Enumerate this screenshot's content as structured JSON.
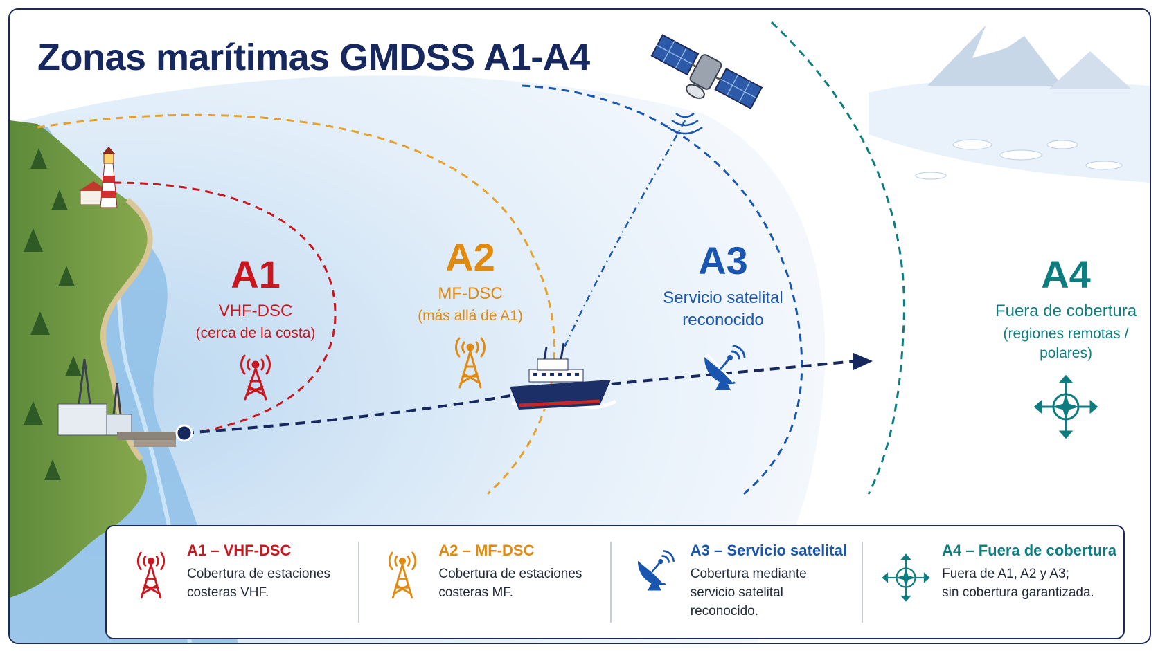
{
  "title": "Zonas marítimas GMDSS A1-A4",
  "colors": {
    "a1": "#c9161f",
    "a2": "#e08a10",
    "a3": "#1a56b0",
    "a4": "#0d7d80",
    "route": "#16285e"
  },
  "zones": [
    {
      "code": "A1",
      "name": "VHF-DSC",
      "note": "(cerca de la costa)",
      "icon": "radio-tower-icon"
    },
    {
      "code": "A2",
      "name": "MF-DSC",
      "note": "(más allá de A1)",
      "icon": "radio-tower-icon"
    },
    {
      "code": "A3",
      "name_lines": [
        "Servicio satelital",
        "reconocido"
      ],
      "icon": "satellite-dish-icon"
    },
    {
      "code": "A4",
      "name": "Fuera de cobertura",
      "note_lines": [
        "(regiones remotas /",
        "polares)"
      ],
      "icon": "compass-icon"
    }
  ],
  "legend": [
    {
      "heading": "A1 – VHF-DSC",
      "lines": [
        "Cobertura de estaciones",
        "costeras VHF."
      ],
      "icon": "radio-tower-icon"
    },
    {
      "heading": "A2 – MF-DSC",
      "lines": [
        "Cobertura de estaciones",
        "costeras MF."
      ],
      "icon": "radio-tower-icon"
    },
    {
      "heading": "A3 – Servicio satelital",
      "lines": [
        "Cobertura mediante",
        "servicio satelital",
        "reconocido."
      ],
      "icon": "satellite-dish-icon"
    },
    {
      "heading": "A4 – Fuera de cobertura",
      "lines": [
        "Fuera de A1, A2 y A3;",
        "sin cobertura garantizada."
      ],
      "icon": "compass-icon"
    }
  ]
}
